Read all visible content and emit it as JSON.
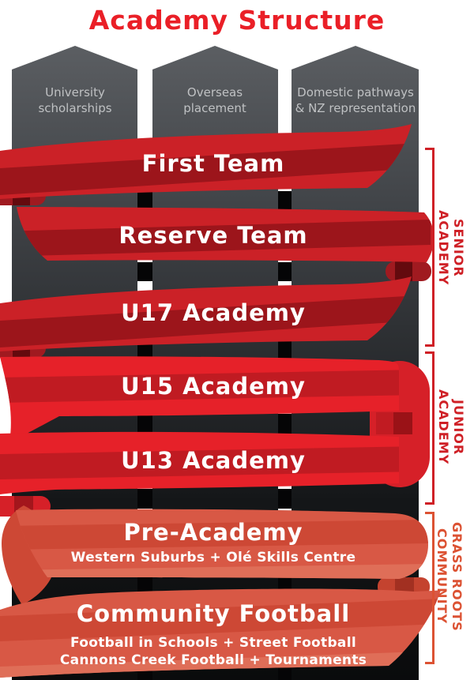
{
  "title": "Academy Structure",
  "pillars": [
    {
      "label": "University\nscholarships"
    },
    {
      "label": "Overseas\nplacement"
    },
    {
      "label": "Domestic pathways\n& NZ representation"
    }
  ],
  "bands": [
    {
      "id": "first-team",
      "title": "First Team"
    },
    {
      "id": "reserve-team",
      "title": "Reserve Team"
    },
    {
      "id": "u17-academy",
      "title": "U17 Academy"
    },
    {
      "id": "u15-academy",
      "title": "U15 Academy"
    },
    {
      "id": "u13-academy",
      "title": "U13 Academy"
    },
    {
      "id": "pre-academy",
      "title": "Pre-Academy",
      "subtitle": "Western Suburbs + Olé Skills Centre"
    },
    {
      "id": "community-football",
      "title": "Community Football",
      "subtitle": "Football in Schools + Street Football",
      "subtitle2": "Cannons Creek Football + Tournaments"
    }
  ],
  "sections": [
    {
      "id": "senior-academy",
      "label": "SENIOR\nACADEMY"
    },
    {
      "id": "junior-academy",
      "label": "JUNIOR\nACADEMY"
    },
    {
      "id": "grass-roots-community",
      "label": "GRASS ROOTS\nCOMMUNITY"
    }
  ],
  "colors": {
    "title_red": "#ea1f27",
    "senior_red": "#cb2127",
    "senior_stripe": "#9c151b",
    "junior_red": "#e62129",
    "junior_stripe": "#c01b22",
    "grassroots_orange": "#d85845",
    "grassroots_stripe": "#cd4835",
    "grassroots_light": "#df6e58",
    "label_red": "#cf2026",
    "label_orange": "#dc5233",
    "pillar_gray": "#3e4145",
    "pillar_text": "#bfc1c3",
    "band_text": "#ffffff"
  }
}
